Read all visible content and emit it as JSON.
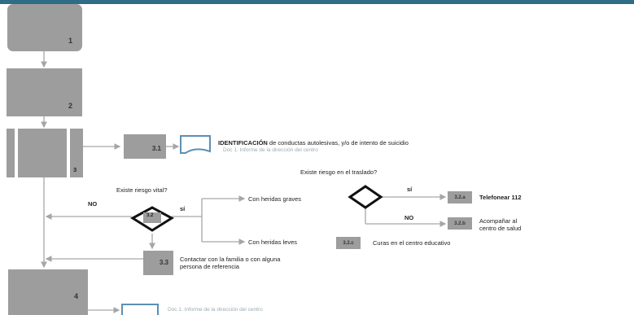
{
  "boxes": {
    "b1": "1",
    "b2": "2",
    "b3": "3",
    "b4": "4",
    "b31": "3.1",
    "b32": "3.2",
    "b33": "3.3",
    "b32a": "3.2.a",
    "b32b": "3.2.b",
    "b32c": "3.2.c"
  },
  "texts": {
    "identificacion_bold": "IDENTIFICACIÓN",
    "identificacion_rest": " de conductas autolesivas, y/o de intento de suicidio",
    "doc1_sub": "Doc 1. Informe de la dirección del centro",
    "riesgo_vital": "Existe riesgo vital?",
    "riesgo_traslado": "Existe riesgo en el traslado?",
    "no_label": "NO",
    "si_label": "sí",
    "si_label2": "sí",
    "no_label2": "NO",
    "heridas_graves": "Con heridas graves",
    "heridas_leves": "Con heridas leves",
    "telefonear": "Telefonear 112",
    "acompanar_1": "Acompañar al",
    "acompanar_2": "centro de salud",
    "curas": "Curas en el centro educativo",
    "contactar_1": "Contactar con la familia o con alguna",
    "contactar_2": "persona de referencia",
    "doc1_sub_bottom": "Doc 1. Informe de la dirección del centro"
  },
  "colors": {
    "accent": "#2f6d86",
    "box": "#9d9d9d",
    "line": "#a6a6a6",
    "highlight": "#5b8fb4"
  }
}
